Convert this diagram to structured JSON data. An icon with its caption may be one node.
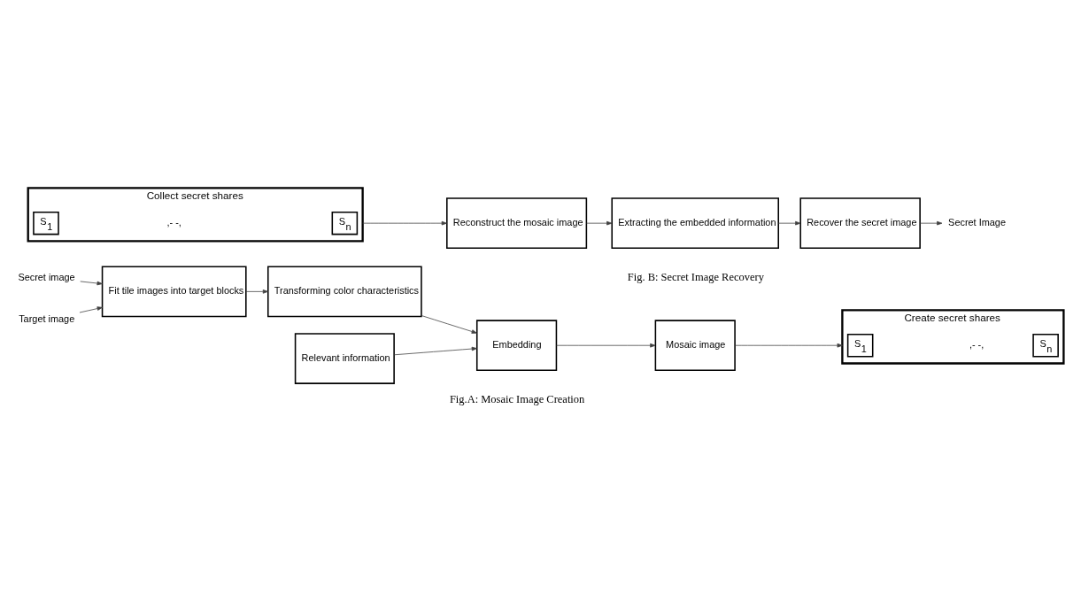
{
  "diagram": {
    "nodes": [
      {
        "text": [
          "Secret image"
        ]
      },
      {
        "text": [
          "Target image"
        ]
      },
      {
        "text": [
          "Fit tile images into target blocks"
        ]
      },
      {
        "text": [
          "Transforming color characteristics"
        ]
      },
      {
        "text": [
          "Relevant information"
        ]
      },
      {
        "text": [
          "Embedding"
        ]
      },
      {
        "text": [
          "Mosaic image"
        ]
      },
      {
        "text": [
          "Create secret shares",
          ",- -,"
        ]
      },
      {
        "text": [
          "S$_{1}$"
        ],
        "in": 7
      },
      {
        "text": [
          "S$_{n}$"
        ],
        "in": 7
      },
      {
        "text": [
          "Collect secret shares",
          ",- -,"
        ]
      },
      {
        "text": [
          "S$_{1}$"
        ],
        "in": 10
      },
      {
        "text": [
          "S$_{n}$"
        ],
        "in": 10
      },
      {
        "text": [
          "Reconstruct the mosaic image"
        ]
      },
      {
        "text": [
          "Extracting the embedded information"
        ]
      },
      {
        "text": [
          "Recover the secret image"
        ]
      },
      {
        "text": [
          "Secret Image"
        ]
      }
    ],
    "edges": [
      {
        "from": 0,
        "to": 2,
        "arrow": "to"
      },
      {
        "from": 1,
        "to": 2,
        "arrow": "to"
      },
      {
        "from": 2,
        "to": 3,
        "arrow": "to"
      },
      {
        "from": 3,
        "to": 5,
        "arrow": "to"
      },
      {
        "from": 4,
        "to": 5,
        "arrow": "to"
      },
      {
        "from": 5,
        "to": 6,
        "arrow": "to"
      },
      {
        "from": 6,
        "to": 7,
        "arrow": "to"
      },
      {
        "from": 10,
        "to": 13,
        "arrow": "to"
      },
      {
        "from": 13,
        "to": 14,
        "arrow": "to"
      },
      {
        "from": 14,
        "to": 15,
        "arrow": "to"
      },
      {
        "from": 15,
        "to": 16,
        "arrow": "to"
      }
    ],
    "labels": [
      "Fig.A: Mosaic Image Creation",
      "Fig. B: Secret Image Recovery"
    ]
  }
}
